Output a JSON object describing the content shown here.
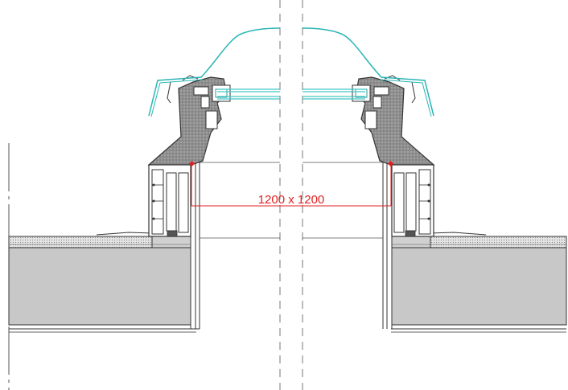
{
  "drawing": {
    "dimension_label": "1200 x 1200",
    "colors": {
      "background": "#ffffff",
      "outline": "#333333",
      "thin_line": "#555555",
      "hatch_fill": "#9a9a9a",
      "concrete_fill": "#c8c8c8",
      "insulation_fill": "#d6d6d6",
      "dome": "#2bb5b5",
      "glass": "#40c8c8",
      "dimension": "#e02020",
      "centerline": "#777777"
    },
    "components": [
      "acrylic-dome",
      "double-glazing-panel",
      "aluminium-frame-profile",
      "insulated-upstand",
      "roof-insulation-layer",
      "concrete-slab",
      "ceiling-lining"
    ]
  }
}
